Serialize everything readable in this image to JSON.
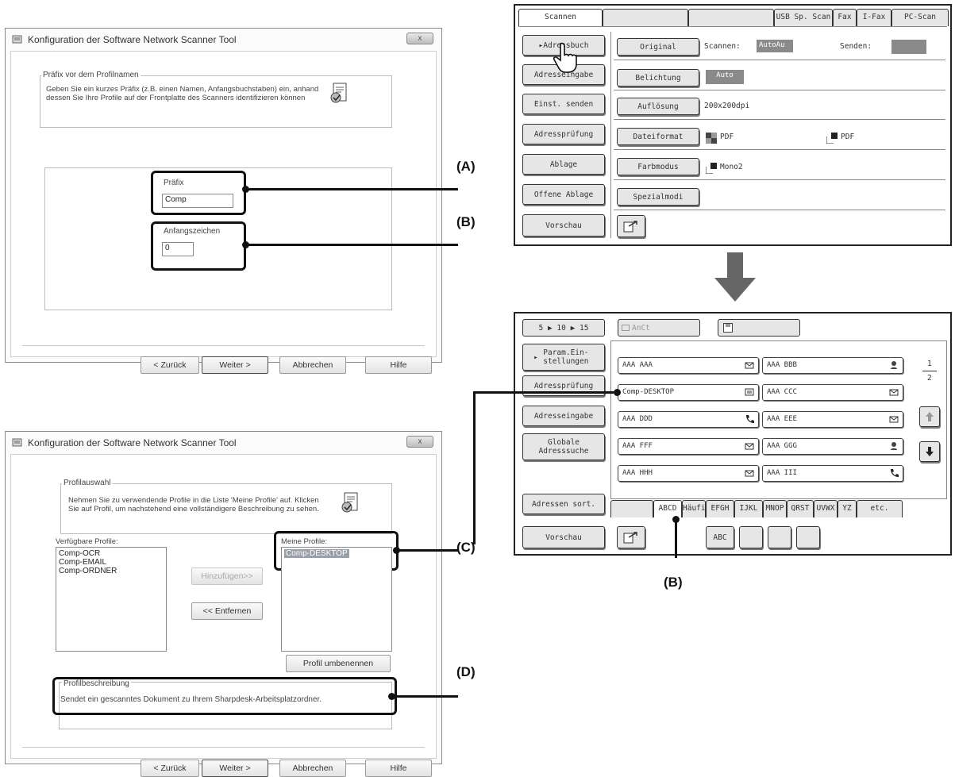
{
  "dialog1": {
    "title": "Konfiguration der Software Network Scanner Tool",
    "close_label": "x",
    "group_title": "Präfix vor dem Profilnamen",
    "description": "Geben Sie ein kurzes Präfix (z.B. einen Namen, Anfangsbuchstaben) ein, anhand dessen Sie Ihre Profile auf der Frontplatte des Scanners identifizieren können",
    "prefix_label": "Präfix",
    "prefix_value": "Comp",
    "start_label": "Anfangszeichen",
    "start_value": "0",
    "back_label": "< Zurück",
    "next_label": "Weiter >",
    "cancel_label": "Abbrechen",
    "help_label": "Hilfe",
    "callout_a": "(A)",
    "callout_b": "(B)"
  },
  "dialog2": {
    "title": "Konfiguration der Software Network Scanner Tool",
    "close_label": "x",
    "group_title": "Profilauswahl",
    "description": "Nehmen Sie zu verwendende Profile in die Liste 'Meine Profile' auf. Klicken Sie auf Profil, um nachstehend eine vollständigere Beschreibung zu sehen.",
    "available_label": "Verfügbare Profile:",
    "available_items": [
      "Comp-OCR",
      "Comp-EMAIL",
      "Comp-ORDNER"
    ],
    "add_label": "Hinzufügen>>",
    "remove_label": "<< Entfernen",
    "my_profiles_label": "Meine Profile:",
    "my_profiles_items": [
      "Comp-DESKTOP"
    ],
    "rename_label": "Profil umbenennen",
    "desc_group_title": "Profilbeschreibung",
    "desc_text": "Sendet ein gescanntes Dokument zu Ihrem Sharpdesk-Arbeitsplatzordner.",
    "back_label": "< Zurück",
    "next_label": "Weiter >",
    "cancel_label": "Abbrechen",
    "help_label": "Hilfe",
    "callout_c": "(C)",
    "callout_d": "(D)"
  },
  "panel1": {
    "tabs": [
      "Scannen",
      "",
      "",
      "USB Sp. Scan",
      "Fax",
      "I-Fax",
      "PC-Scan"
    ],
    "left_buttons": [
      "Adressbuch",
      "Adresseingabe",
      "Einst. senden",
      "Adressprüfung",
      "Ablage",
      "Offene Ablage",
      "Vorschau"
    ],
    "original_label": "Original",
    "scan_label": "Scannen:",
    "scan_value": "AutoAu",
    "send_label": "Senden:",
    "exposure_label": "Belichtung",
    "exposure_value": "Auto",
    "resolution_label": "Auflösung",
    "resolution_value": "200x200dpi",
    "fileformat_label": "Dateiformat",
    "fileformat_a": "PDF",
    "fileformat_b": "PDF",
    "colormode_label": "Farbmodus",
    "colormode_value": "Mono2",
    "special_label": "Spezialmodi"
  },
  "panel2": {
    "pager_label": "5 ▶ 10 ▶ 15",
    "abc_label": "AnCt",
    "left_buttons": [
      "Param.Ein-stellungen",
      "Adressprüfung",
      "Adresseingabe",
      "Globale Adresssuche"
    ],
    "entries_left": [
      "AAA AAA",
      "Comp-DESKTOP",
      "AAA DDD",
      "AAA FFF",
      "AAA HHH"
    ],
    "entries_right": [
      "AAA BBB",
      "AAA CCC",
      "AAA EEE",
      "AAA GGG",
      "AAA III"
    ],
    "page_current": "1",
    "page_total": "2",
    "sort_label": "Adressen sort.",
    "index_tabs": [
      "",
      "ABCD",
      "Häufig",
      "EFGH",
      "IJKL",
      "MNOP",
      "QRST",
      "UVWX",
      "YZ",
      "etc."
    ],
    "preview_label": "Vorschau",
    "bottom_tabs": [
      "ABC",
      "",
      "",
      ""
    ],
    "callout_b": "(B)",
    "callout_c": "(C)"
  }
}
